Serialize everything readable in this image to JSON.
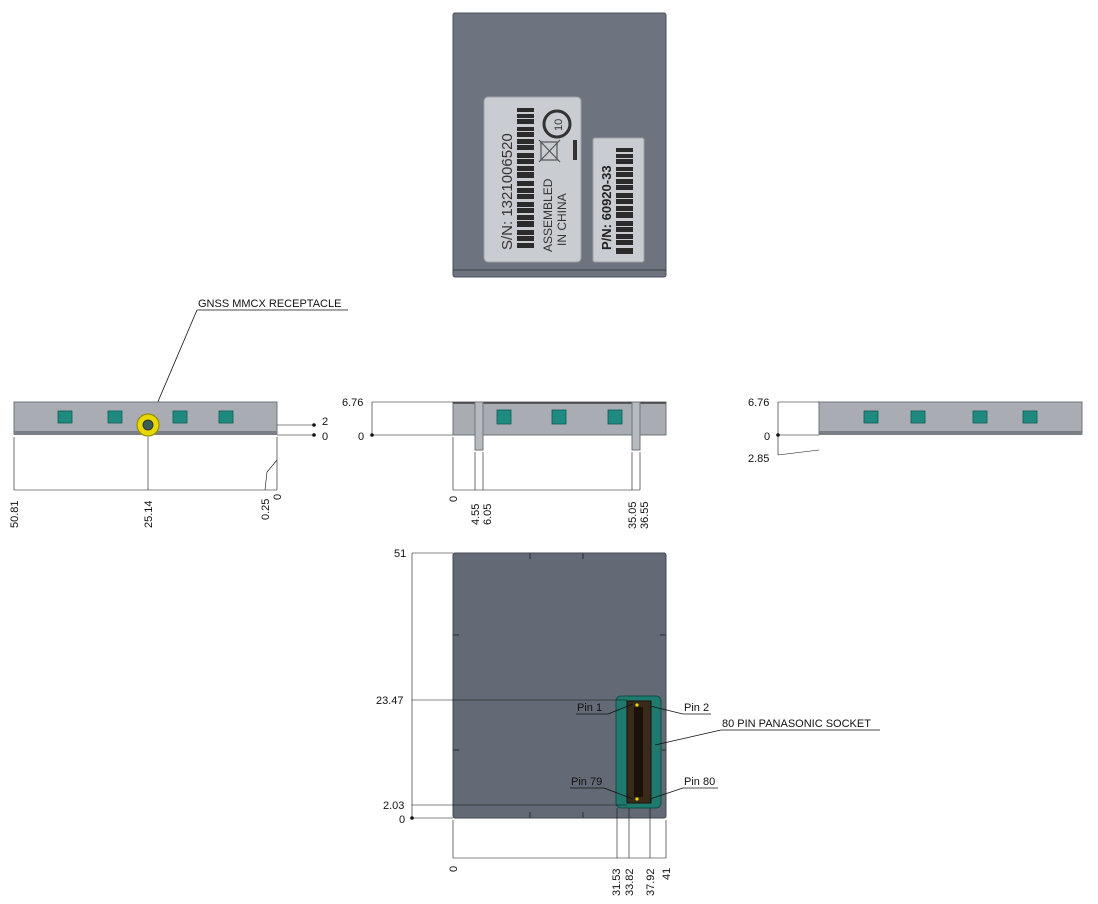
{
  "top_label": {
    "serial_line": "S/N: 1321006520",
    "assembled_line1": "ASSEMBLED",
    "assembled_line2": "IN CHINA",
    "eco_mark": "10",
    "part_number": "P/N: 60920-33"
  },
  "front_view": {
    "callout": "GNSS MMCX RECEPTACLE",
    "horizontal_dims": [
      "50.81",
      "25.14",
      "0.25",
      "0"
    ],
    "vertical_dims": [
      "2",
      "0"
    ]
  },
  "side_view": {
    "horizontal_dims": [
      "0",
      "4.55",
      "6.05",
      "35.05",
      "36.55"
    ],
    "vertical_dims": [
      "6.76",
      "0"
    ]
  },
  "right_view": {
    "vertical_dims": [
      "6.76",
      "0",
      "2.85"
    ]
  },
  "bottom_view": {
    "callouts": {
      "pin1": "Pin 1",
      "pin2": "Pin 2",
      "pin79": "Pin 79",
      "pin80": "Pin 80",
      "socket": "80 PIN PANASONIC SOCKET"
    },
    "vertical_dims": [
      "51",
      "23.47",
      "2.03",
      "0"
    ],
    "horizontal_dims": [
      "0",
      "31.53",
      "33.82",
      "37.92",
      "41"
    ]
  },
  "colors": {
    "plate": "#6d7480",
    "rail": "#a9adb3",
    "connector": "#1f8a80",
    "socket": "#3a2a1c",
    "highlight": "#e6d800"
  }
}
